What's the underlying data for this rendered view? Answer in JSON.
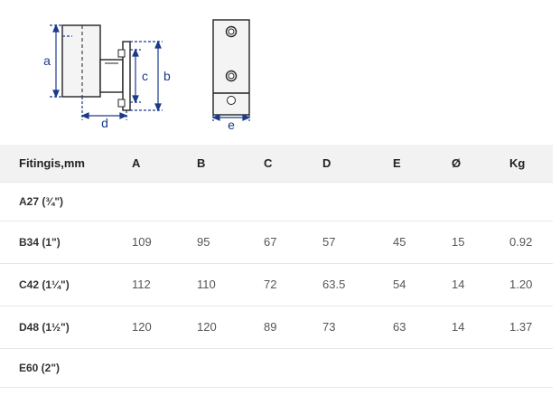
{
  "diagram": {
    "dim_a": "a",
    "dim_b": "b",
    "dim_c": "c",
    "dim_d": "d",
    "dim_e": "e"
  },
  "table": {
    "headers": [
      "Fitingis,mm",
      "A",
      "B",
      "C",
      "D",
      "E",
      "Ø",
      "Kg"
    ],
    "rows": [
      {
        "name": "A27 (¾\")",
        "values": []
      },
      {
        "name": "B34 (1\")",
        "values": [
          "109",
          "95",
          "67",
          "57",
          "45",
          "15",
          "0.92"
        ]
      },
      {
        "name": "C42 (1¼\")",
        "values": [
          "112",
          "110",
          "72",
          "63.5",
          "54",
          "14",
          "1.20"
        ]
      },
      {
        "name": "D48 (1½\")",
        "values": [
          "120",
          "120",
          "89",
          "73",
          "63",
          "14",
          "1.37"
        ]
      },
      {
        "name": "E60 (2\")",
        "values": []
      }
    ]
  },
  "colors": {
    "dimension": "#1a3a8a",
    "line": "#222222",
    "header_bg": "#f2f2f2"
  }
}
